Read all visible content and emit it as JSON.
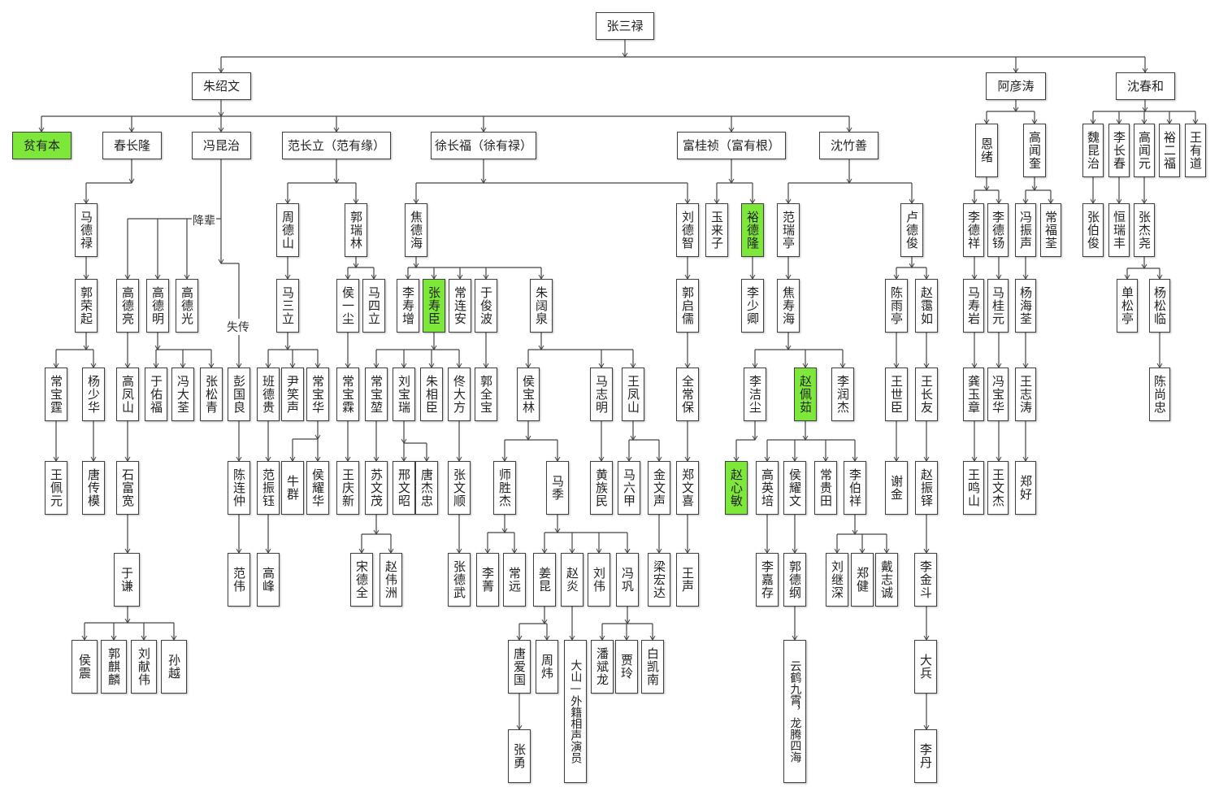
{
  "highlight_color": "#7ee83a",
  "nodes": [
    {
      "id": "n1",
      "t": "张三禄"
    },
    {
      "id": "n2",
      "t": "朱绍文"
    },
    {
      "id": "n3",
      "t": "阿彦涛"
    },
    {
      "id": "n4",
      "t": "沈春和"
    },
    {
      "id": "n5",
      "t": "贫有本",
      "hl": true
    },
    {
      "id": "n6",
      "t": "春长隆"
    },
    {
      "id": "n7",
      "t": "冯昆治"
    },
    {
      "id": "n8",
      "t": "范长立（范有缘）"
    },
    {
      "id": "n9",
      "t": "徐长福（徐有禄）"
    },
    {
      "id": "n10",
      "t": "富桂祯（富有根）"
    },
    {
      "id": "n11",
      "t": "沈竹善"
    },
    {
      "id": "n12",
      "t": "恩绪"
    },
    {
      "id": "n13",
      "t": "高闻奎"
    },
    {
      "id": "n14",
      "t": "魏昆治"
    },
    {
      "id": "n15",
      "t": "李长春"
    },
    {
      "id": "n16",
      "t": "高闻元"
    },
    {
      "id": "n17",
      "t": "裕二福"
    },
    {
      "id": "n18",
      "t": "王有道"
    },
    {
      "id": "n19",
      "t": "马德禄"
    },
    {
      "id": "n20",
      "t": "周德山"
    },
    {
      "id": "n21",
      "t": "郭瑞林"
    },
    {
      "id": "n22",
      "t": "焦德海"
    },
    {
      "id": "n23",
      "t": "刘德智"
    },
    {
      "id": "n24",
      "t": "玉来子"
    },
    {
      "id": "n25",
      "t": "裕德隆",
      "hl": true
    },
    {
      "id": "n26",
      "t": "范瑞亭"
    },
    {
      "id": "n27",
      "t": "卢德俊"
    },
    {
      "id": "n28",
      "t": "李德祥"
    },
    {
      "id": "n29",
      "t": "李德钖"
    },
    {
      "id": "n30",
      "t": "冯振声"
    },
    {
      "id": "n31",
      "t": "常福荃"
    },
    {
      "id": "n32",
      "t": "张伯俊"
    },
    {
      "id": "n33",
      "t": "恒瑞丰"
    },
    {
      "id": "n34",
      "t": "张杰尧"
    },
    {
      "id": "n35",
      "t": "郭荣起"
    },
    {
      "id": "n36",
      "t": "高德亮"
    },
    {
      "id": "n37",
      "t": "高德明"
    },
    {
      "id": "n38",
      "t": "高德光"
    },
    {
      "id": "n39",
      "t": "马三立"
    },
    {
      "id": "n40",
      "t": "侯一尘"
    },
    {
      "id": "n41",
      "t": "马四立"
    },
    {
      "id": "n42",
      "t": "李寿增"
    },
    {
      "id": "n43",
      "t": "张寿臣",
      "hl": true
    },
    {
      "id": "n44",
      "t": "常连安"
    },
    {
      "id": "n45",
      "t": "于俊波"
    },
    {
      "id": "n46",
      "t": "朱阔泉"
    },
    {
      "id": "n47",
      "t": "郭启儒"
    },
    {
      "id": "n48",
      "t": "李少卿"
    },
    {
      "id": "n49",
      "t": "焦寿海"
    },
    {
      "id": "n50",
      "t": "陈雨亭"
    },
    {
      "id": "n51",
      "t": "赵霭如"
    },
    {
      "id": "n52",
      "t": "马寿岩"
    },
    {
      "id": "n53",
      "t": "马桂元"
    },
    {
      "id": "n54",
      "t": "杨海荃"
    },
    {
      "id": "n55",
      "t": "单松亭"
    },
    {
      "id": "n56",
      "t": "杨松临"
    },
    {
      "id": "n57",
      "t": "常宝霆"
    },
    {
      "id": "n58",
      "t": "杨少华"
    },
    {
      "id": "n59",
      "t": "高凤山"
    },
    {
      "id": "n60",
      "t": "于佑福"
    },
    {
      "id": "n61",
      "t": "冯大荃"
    },
    {
      "id": "n62",
      "t": "张松青"
    },
    {
      "id": "n63",
      "t": "彭国良"
    },
    {
      "id": "n64",
      "t": "班德贵"
    },
    {
      "id": "n65",
      "t": "尹笑声"
    },
    {
      "id": "n66",
      "t": "常宝华"
    },
    {
      "id": "n67",
      "t": "常宝霖"
    },
    {
      "id": "n68",
      "t": "常宝堃"
    },
    {
      "id": "n69",
      "t": "刘宝瑞"
    },
    {
      "id": "n70",
      "t": "朱相臣"
    },
    {
      "id": "n71",
      "t": "佟大方"
    },
    {
      "id": "n72",
      "t": "郭全宝"
    },
    {
      "id": "n73",
      "t": "侯宝林"
    },
    {
      "id": "n74",
      "t": "马志明"
    },
    {
      "id": "n75",
      "t": "王凤山"
    },
    {
      "id": "n76",
      "t": "全常保"
    },
    {
      "id": "n77",
      "t": "李洁尘"
    },
    {
      "id": "n78",
      "t": "赵佩茹",
      "hl": true
    },
    {
      "id": "n79",
      "t": "李润杰"
    },
    {
      "id": "n80",
      "t": "王世臣"
    },
    {
      "id": "n81",
      "t": "王长友"
    },
    {
      "id": "n82",
      "t": "龚玉章"
    },
    {
      "id": "n83",
      "t": "冯宝华"
    },
    {
      "id": "n84",
      "t": "王志涛"
    },
    {
      "id": "n85",
      "t": "陈尚忠"
    },
    {
      "id": "n86",
      "t": "王佩元"
    },
    {
      "id": "n87",
      "t": "唐传模"
    },
    {
      "id": "n88",
      "t": "石富宽"
    },
    {
      "id": "n89",
      "t": "陈连仲"
    },
    {
      "id": "n90",
      "t": "范振钰"
    },
    {
      "id": "n91",
      "t": "牛群"
    },
    {
      "id": "n92",
      "t": "侯耀华"
    },
    {
      "id": "n93",
      "t": "王庆新"
    },
    {
      "id": "n94",
      "t": "苏文茂"
    },
    {
      "id": "n95",
      "t": "邢文昭"
    },
    {
      "id": "n96",
      "t": "唐杰忠"
    },
    {
      "id": "n97",
      "t": "张文顺"
    },
    {
      "id": "n98",
      "t": "师胜杰"
    },
    {
      "id": "n99",
      "t": "马季"
    },
    {
      "id": "n100",
      "t": "黄族民"
    },
    {
      "id": "n101",
      "t": "马六甲"
    },
    {
      "id": "n102",
      "t": "金文声"
    },
    {
      "id": "n103",
      "t": "郑文喜"
    },
    {
      "id": "n104",
      "t": "赵心敏",
      "hl": true
    },
    {
      "id": "n105",
      "t": "高英培"
    },
    {
      "id": "n106",
      "t": "侯耀文"
    },
    {
      "id": "n107",
      "t": "常贵田"
    },
    {
      "id": "n108",
      "t": "李伯祥"
    },
    {
      "id": "n109",
      "t": "谢金"
    },
    {
      "id": "n110",
      "t": "赵振铎"
    },
    {
      "id": "n111",
      "t": "王鸣山"
    },
    {
      "id": "n112",
      "t": "王文杰"
    },
    {
      "id": "n113",
      "t": "郑好"
    },
    {
      "id": "n114",
      "t": "于谦"
    },
    {
      "id": "n115",
      "t": "范伟"
    },
    {
      "id": "n116",
      "t": "高峰"
    },
    {
      "id": "n117",
      "t": "宋德全"
    },
    {
      "id": "n118",
      "t": "赵伟洲"
    },
    {
      "id": "n119",
      "t": "张德武"
    },
    {
      "id": "n120",
      "t": "李菁"
    },
    {
      "id": "n121",
      "t": "常远"
    },
    {
      "id": "n122",
      "t": "姜昆"
    },
    {
      "id": "n123",
      "t": "赵炎"
    },
    {
      "id": "n124",
      "t": "刘伟"
    },
    {
      "id": "n125",
      "t": "冯巩"
    },
    {
      "id": "n126",
      "t": "梁宏达"
    },
    {
      "id": "n127",
      "t": "王声"
    },
    {
      "id": "n128",
      "t": "李嘉存"
    },
    {
      "id": "n129",
      "t": "郭德纲"
    },
    {
      "id": "n130",
      "t": "刘继深"
    },
    {
      "id": "n131",
      "t": "郑健"
    },
    {
      "id": "n132",
      "t": "戴志诚"
    },
    {
      "id": "n133",
      "t": "李金斗"
    },
    {
      "id": "n134",
      "t": "侯震"
    },
    {
      "id": "n135",
      "t": "郭麒麟"
    },
    {
      "id": "n136",
      "t": "刘献伟"
    },
    {
      "id": "n137",
      "t": "孙越"
    },
    {
      "id": "n138",
      "t": "唐爱国"
    },
    {
      "id": "n139",
      "t": "周炜"
    },
    {
      "id": "n140",
      "t": "大山—外籍相声演员"
    },
    {
      "id": "n141",
      "t": "潘斌龙"
    },
    {
      "id": "n142",
      "t": "贾玲"
    },
    {
      "id": "n143",
      "t": "白凯南"
    },
    {
      "id": "n144",
      "t": "云鹤九霄，龙腾四海"
    },
    {
      "id": "n145",
      "t": "大兵"
    },
    {
      "id": "n146",
      "t": "张勇"
    },
    {
      "id": "n147",
      "t": "李丹"
    }
  ],
  "notes": {
    "demoted": "降辈",
    "lost": "失传"
  }
}
